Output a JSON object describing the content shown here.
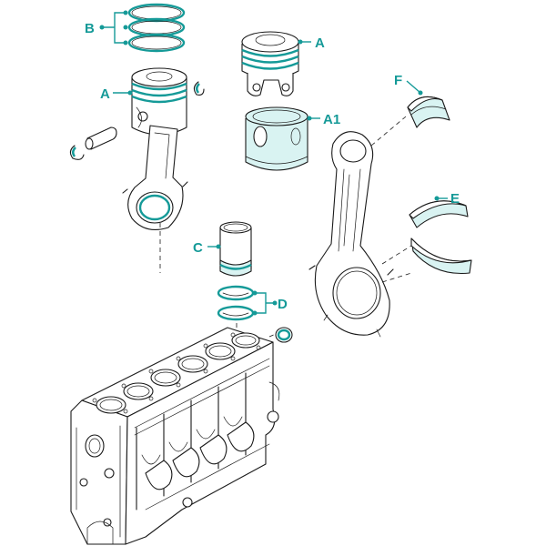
{
  "labels": {
    "a_top": "A",
    "a_left": "A",
    "a1": "A1",
    "b": "B",
    "c": "C",
    "d": "D",
    "e": "E",
    "f": "F"
  },
  "colors": {
    "accent": "#159a98",
    "part_fill": "#d9f3f2",
    "ink": "#1a1a1a"
  }
}
